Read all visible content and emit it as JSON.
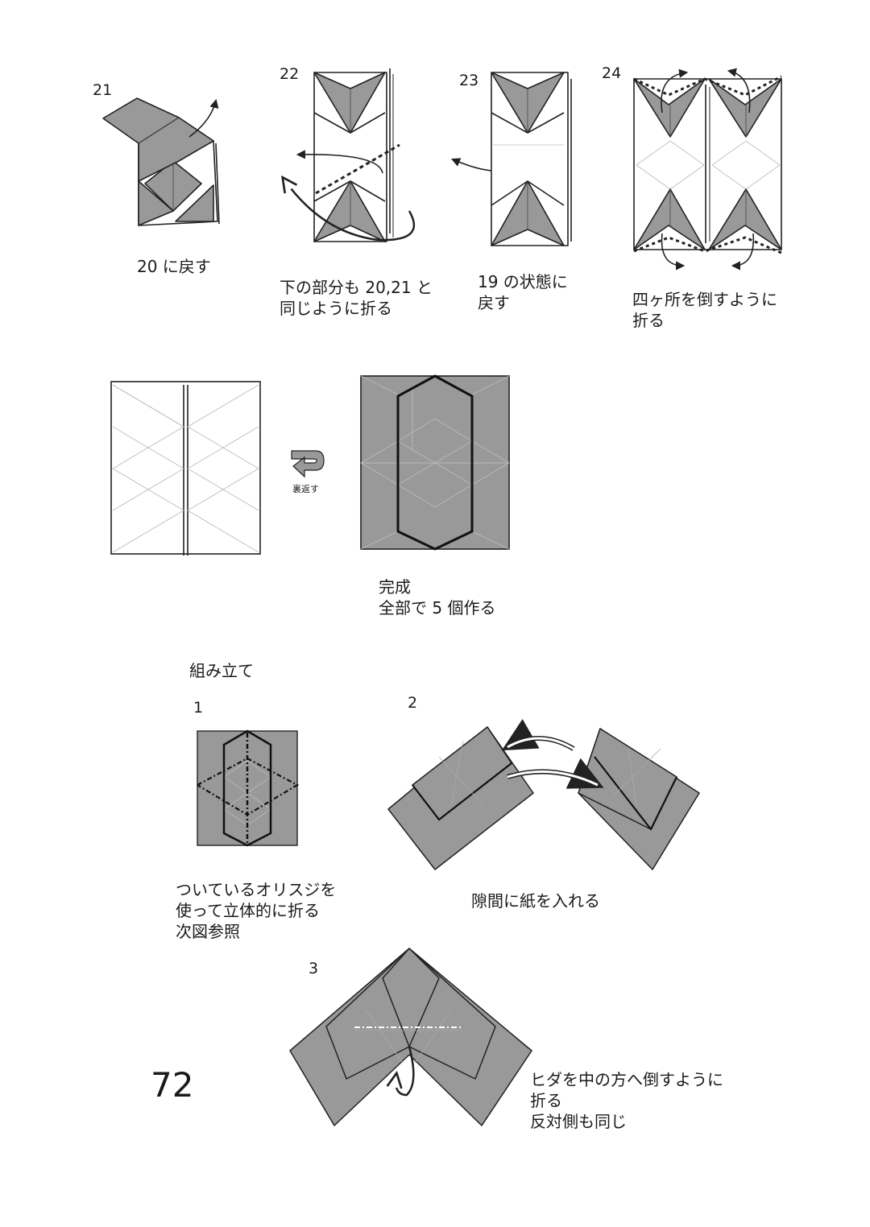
{
  "page_number": "72",
  "colors": {
    "paper": "#999999",
    "line": "#222222",
    "crease": "#bfbfbf",
    "white": "#ffffff"
  },
  "steps": {
    "s21": {
      "num": "21",
      "caption": "20 に戻す"
    },
    "s22": {
      "num": "22",
      "caption": "下の部分も 20,21 と\n同じように折る"
    },
    "s23": {
      "num": "23",
      "caption": "19 の状態に\n戻す"
    },
    "s24": {
      "num": "24",
      "caption": "四ヶ所を倒すように\n折る"
    }
  },
  "turn_over_label": "裏返す",
  "finished": {
    "caption": "完成\n全部で 5 個作る"
  },
  "assembly": {
    "title": "組み立て",
    "a1": {
      "num": "1",
      "caption": "ついているオリスジを\n使って立体的に折る\n次図参照"
    },
    "a2": {
      "num": "2",
      "caption": "隙間に紙を入れる"
    },
    "a3": {
      "num": "3",
      "caption": "ヒダを中の方へ倒すように\n折る\n反対側も同じ"
    }
  }
}
